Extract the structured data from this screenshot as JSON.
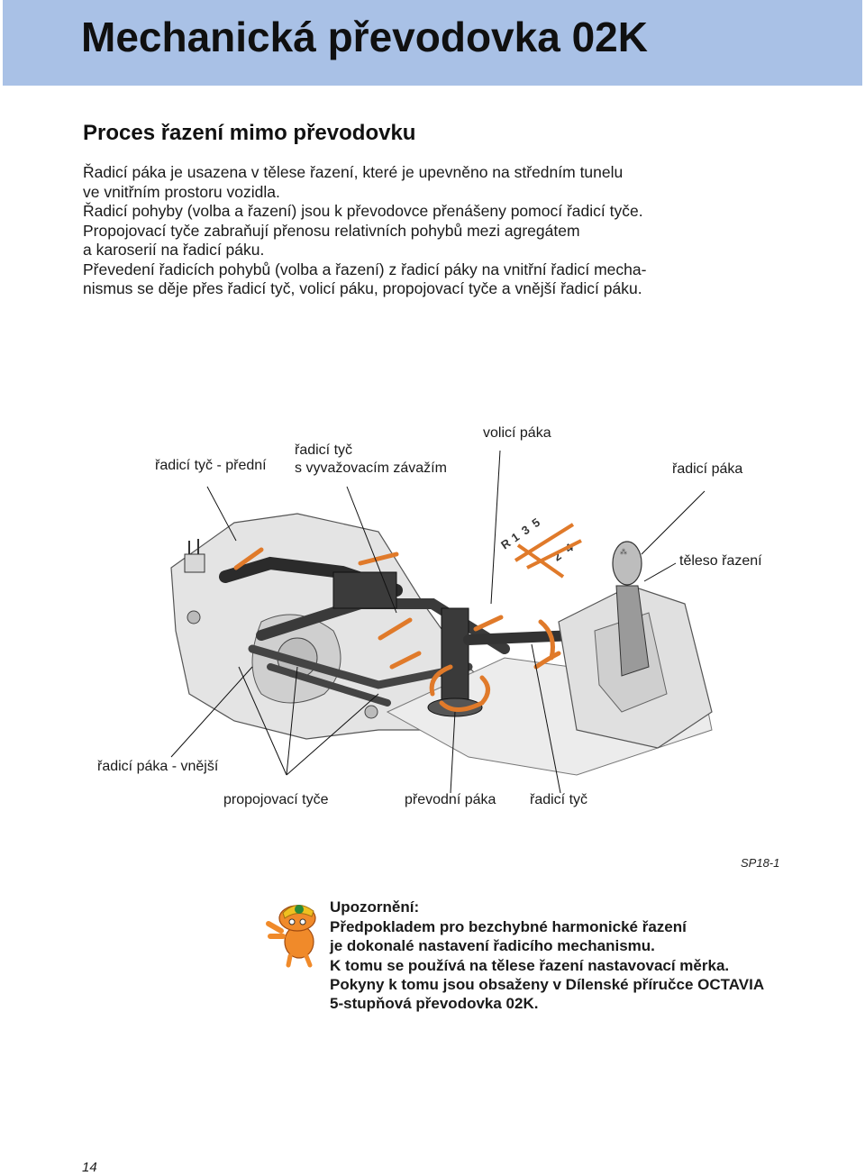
{
  "header": {
    "title": "Mechanická převodovka 02K",
    "band_color": "#a9c1e6"
  },
  "section": {
    "title": "Proces řazení mimo převodovku"
  },
  "body_lines": [
    "Řadicí páka je usazena v tělese řazení, které je upevněno na středním tunelu",
    "ve vnitřním prostoru vozidla.",
    "Řadicí pohyby (volba a řazení) jsou k převodovce přenášeny pomocí řadicí tyče.",
    "Propojovací tyče zabraňují přenosu relativních pohybů mezi agregátem",
    "a karoserií na řadicí páku.",
    "Převedení řadicích pohybů (volba a řazení) z řadicí páky na vnitřní řadicí mecha-",
    "nismus se děje přes řadicí tyč, volicí páku, propojovací tyče a vnější řadicí páku."
  ],
  "diagram": {
    "labels": {
      "front_rod": "řadicí tyč - přední",
      "rod_weight_line1": "řadicí tyč",
      "rod_weight_line2": "s vyvažovacím závažím",
      "selector_lever": "volicí páka",
      "gear_lever": "řadicí páka",
      "shift_housing": "těleso řazení",
      "outer_lever": "řadicí páka - vnější",
      "connecting_rods": "propojovací tyče",
      "transfer_lever": "převodní páka",
      "shift_rod": "řadicí tyč"
    },
    "gear_pattern": [
      "R",
      "1",
      "3",
      "5",
      "2",
      "4"
    ],
    "arrow_color": "#e07a2a",
    "figure_id": "SP18-1"
  },
  "note": {
    "heading": "Upozornění:",
    "lines": [
      "Předpokladem pro bezchybné harmonické řazení",
      "je dokonalé nastavení řadicího mechanismu.",
      "K tomu se používá na tělese řazení nastavovací měrka.",
      "Pokyny k tomu jsou obsaženy v Dílenské příručce OCTAVIA",
      "5-stupňová převodovka 02K."
    ],
    "mascot_color": "#f08a2a"
  },
  "page_number": "14"
}
